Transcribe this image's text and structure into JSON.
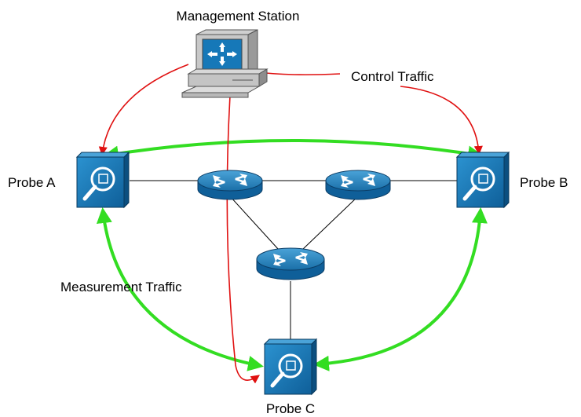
{
  "labels": {
    "management_station": "Management Station",
    "control_traffic": "Control Traffic",
    "measurement_traffic": "Measurement Traffic",
    "probe_a": "Probe A",
    "probe_b": "Probe B",
    "probe_c": "Probe C"
  },
  "icons": {
    "station": "management-station-computer-icon",
    "probe": "probe-magnifier-icon",
    "router": "router-icon"
  },
  "colors": {
    "control_traffic": "#e01010",
    "measurement_traffic": "#33dd22",
    "link": "#000000",
    "device_blue": "#1678b8"
  }
}
